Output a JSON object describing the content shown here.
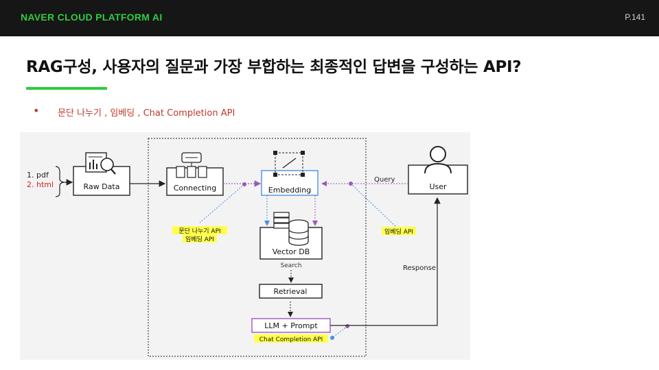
{
  "header": {
    "brand": "NAVER CLOUD PLATFORM AI",
    "page_number": "P.141"
  },
  "slide": {
    "title": "RAG구성, 사용자의 질문과 가장 부합하는 최종적인 답변을 구성하는 API?",
    "bullet": "문단 나누기 , 임베딩 , Chat Completion API"
  },
  "diagram": {
    "inputs": [
      "1. pdf",
      "2. html"
    ],
    "nodes": {
      "raw_data": "Raw Data",
      "connecting": "Connecting",
      "embedding": "Embedding",
      "vector_db": "Vector DB",
      "retrieval": "Retrieval",
      "llm": "LLM + Prompt",
      "user": "User"
    },
    "edges": {
      "search": "Search",
      "query": "Query",
      "response": "Response"
    },
    "annotations": {
      "split_api": "문단 나누기 API",
      "embed_api_left": "임베딩 API",
      "embed_api_right": "임베딩 API",
      "chat_api": "Chat Completion API"
    }
  },
  "colors": {
    "accent_green": "#2ecc40",
    "highlight_yellow": "#ffff4d",
    "bullet_red": "#c0392b",
    "arrow_purple": "#9b59b6",
    "arrow_blue": "#4a90e2"
  },
  "icons": [
    "document-chart-magnifier-icon",
    "split-documents-icon",
    "vector-selection-icon",
    "database-server-icon",
    "user-person-icon"
  ]
}
